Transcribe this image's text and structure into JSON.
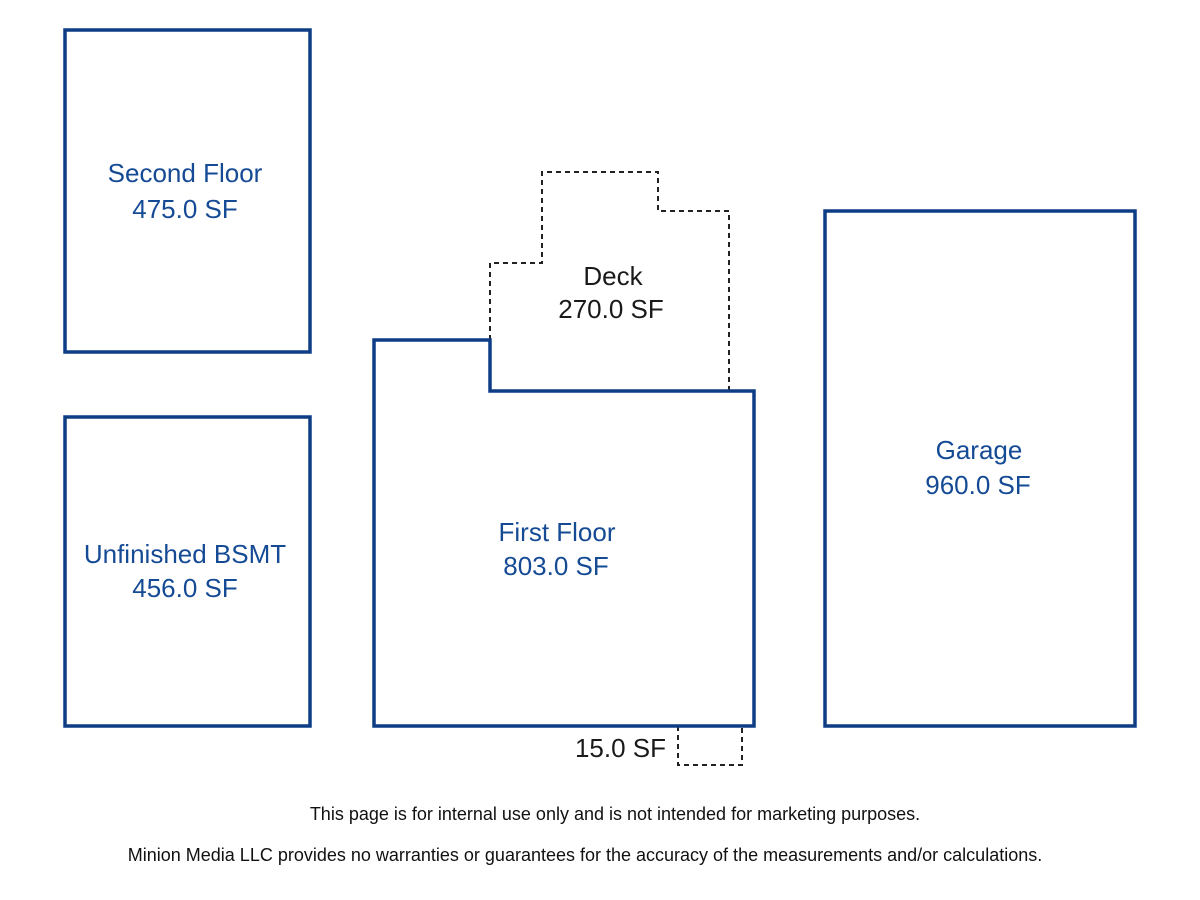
{
  "rooms": {
    "second_floor": {
      "name": "Second Floor",
      "area": "475.0 SF"
    },
    "unfinished_bsmt": {
      "name": "Unfinished BSMT",
      "area": "456.0 SF"
    },
    "deck": {
      "name": "Deck",
      "area": "270.0 SF"
    },
    "first_floor": {
      "name": "First Floor",
      "area": "803.0 SF"
    },
    "garage": {
      "name": "Garage",
      "area": "960.0 SF"
    },
    "stoop": {
      "area": "15.0 SF"
    }
  },
  "notes": {
    "internal_use": "This page is for internal use only and is not intended for marketing purposes.",
    "disclaimer": "Minion Media LLC provides no warranties or guarantees for the accuracy of the measurements and/or calculations."
  },
  "colors": {
    "outline": "#0d3d85",
    "room_text": "#154a95",
    "dashed_outline": "#222222"
  }
}
